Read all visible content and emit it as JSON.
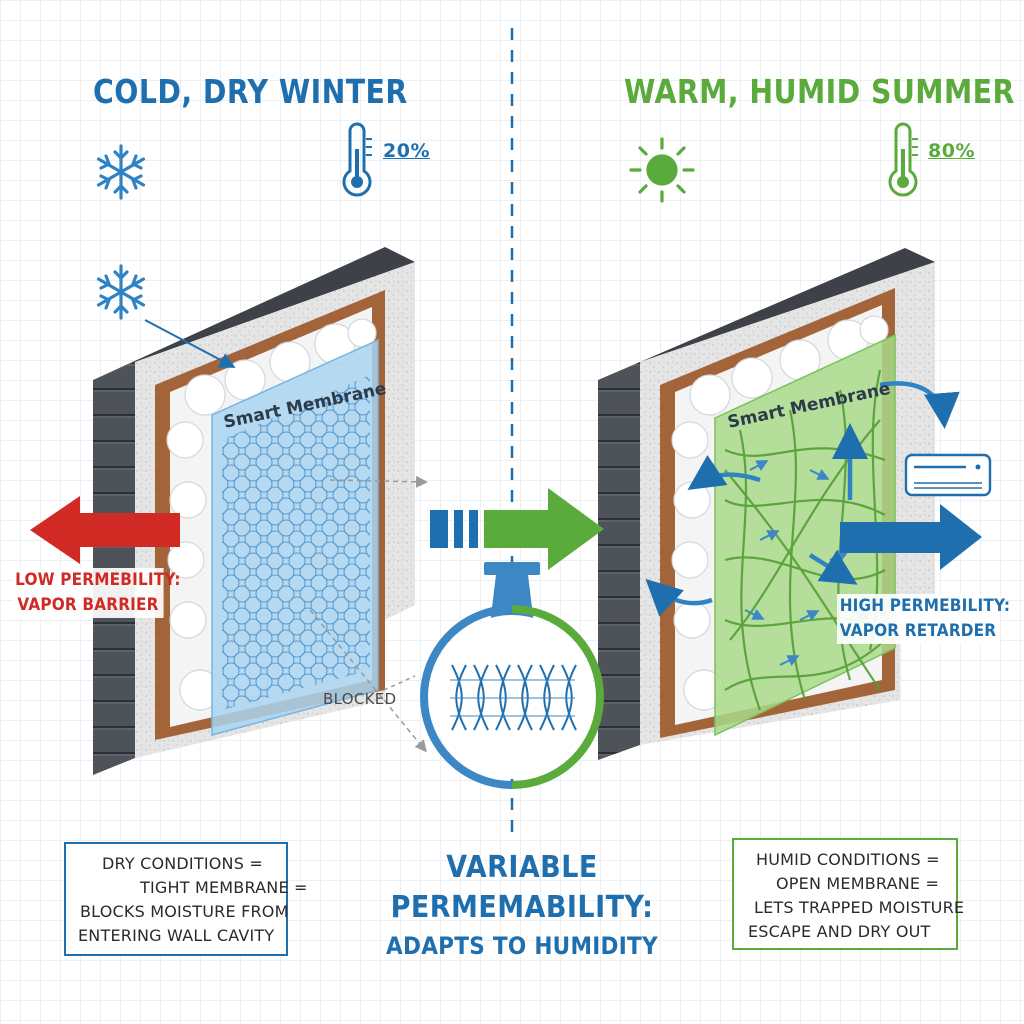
{
  "winter": {
    "heading": "COLD, DRY WINTER",
    "humidity": "20%",
    "membrane_label": "Smart Membrane",
    "permeability_line1": "LOW PERMEBILITY:",
    "permeability_line2": "VAPOR BARRIER",
    "blocked_label": "BLOCKED",
    "note": {
      "line1": "DRY CONDITIONS =",
      "line2": "TIGHT MEMBRANE =",
      "line3": "BLOCKS MOISTURE FROM",
      "line4": "ENTERING WALL CAVITY"
    }
  },
  "summer": {
    "heading": "WARM, HUMID SUMMER",
    "humidity": "80%",
    "membrane_label": "Smart Membrane",
    "permeability_line1": "HIGH PERMEBILITY:",
    "permeability_line2": "VAPOR RETARDER",
    "note": {
      "line1": "HUMID CONDITIONS =",
      "line2": "OPEN MEMBRANE =",
      "line3": "LETS TRAPPED MOISTURE",
      "line4": "ESCAPE AND DRY OUT"
    }
  },
  "center": {
    "title_line1": "VARIABLE",
    "title_line2": "PERMEMABILITY:",
    "title_line3": "ADAPTS TO HUMIDITY"
  },
  "colors": {
    "winter_blue": "#1f6fae",
    "summer_green": "#5aab3c",
    "heat_loss_red": "#d12a24",
    "membrane_blue": "#a9d3f0",
    "membrane_green": "#a8d98a",
    "stud_wood": "#a4643a",
    "siding_dark": "#4b4f55"
  },
  "icons": {
    "winter": [
      "snowflake-icon",
      "thermometer-icon"
    ],
    "summer": [
      "sun-icon",
      "thermometer-icon",
      "air-conditioner-icon"
    ]
  }
}
